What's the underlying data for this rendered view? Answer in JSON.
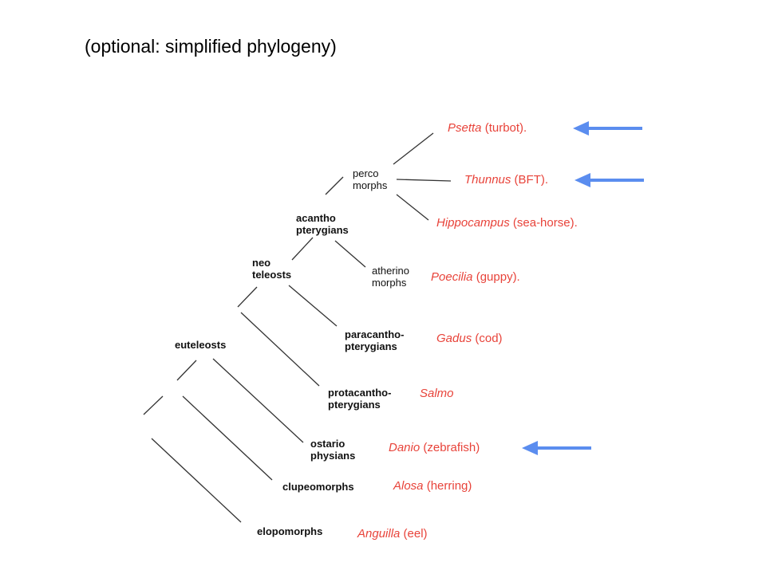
{
  "title": "(optional: simplified phylogeny)",
  "clades": {
    "percomorphs": [
      "perco",
      "morphs"
    ],
    "acanthopterygians": [
      "acantho",
      "pterygians"
    ],
    "neoteleosts": [
      "neo",
      "teleosts"
    ],
    "atherinomorphs": [
      "atherino",
      "morphs"
    ],
    "euteleosts": "euteleosts",
    "paracanthopterygians": [
      "paracantho-",
      "pterygians"
    ],
    "protacanthopterygians": [
      "protacantho-",
      "pterygians"
    ],
    "ostariophysians": [
      "ostario",
      "physians"
    ],
    "clupeomorphs": "clupeomorphs",
    "elopomorphs": "elopomorphs"
  },
  "species": {
    "psetta": {
      "genus": "Psetta",
      "common": " (turbot)."
    },
    "thunnus": {
      "genus": "Thunnus",
      "common": " (BFT)."
    },
    "hippocampus": {
      "genus": "Hippocampus",
      "common": " (sea-horse)."
    },
    "poecilia": {
      "genus": "Poecilia",
      "common": " (guppy)."
    },
    "gadus": {
      "genus": "Gadus",
      "common": " (cod)"
    },
    "salmo": {
      "genus": "Salmo",
      "common": ""
    },
    "danio": {
      "genus": "Danio",
      "common": " (zebrafish)"
    },
    "alosa": {
      "genus": "Alosa",
      "common": " (herring)"
    },
    "anguilla": {
      "genus": "Anguilla",
      "common": " (eel)"
    }
  },
  "colors": {
    "species": "#e8433a",
    "arrow": "#5b8def",
    "branch": "#333333"
  }
}
